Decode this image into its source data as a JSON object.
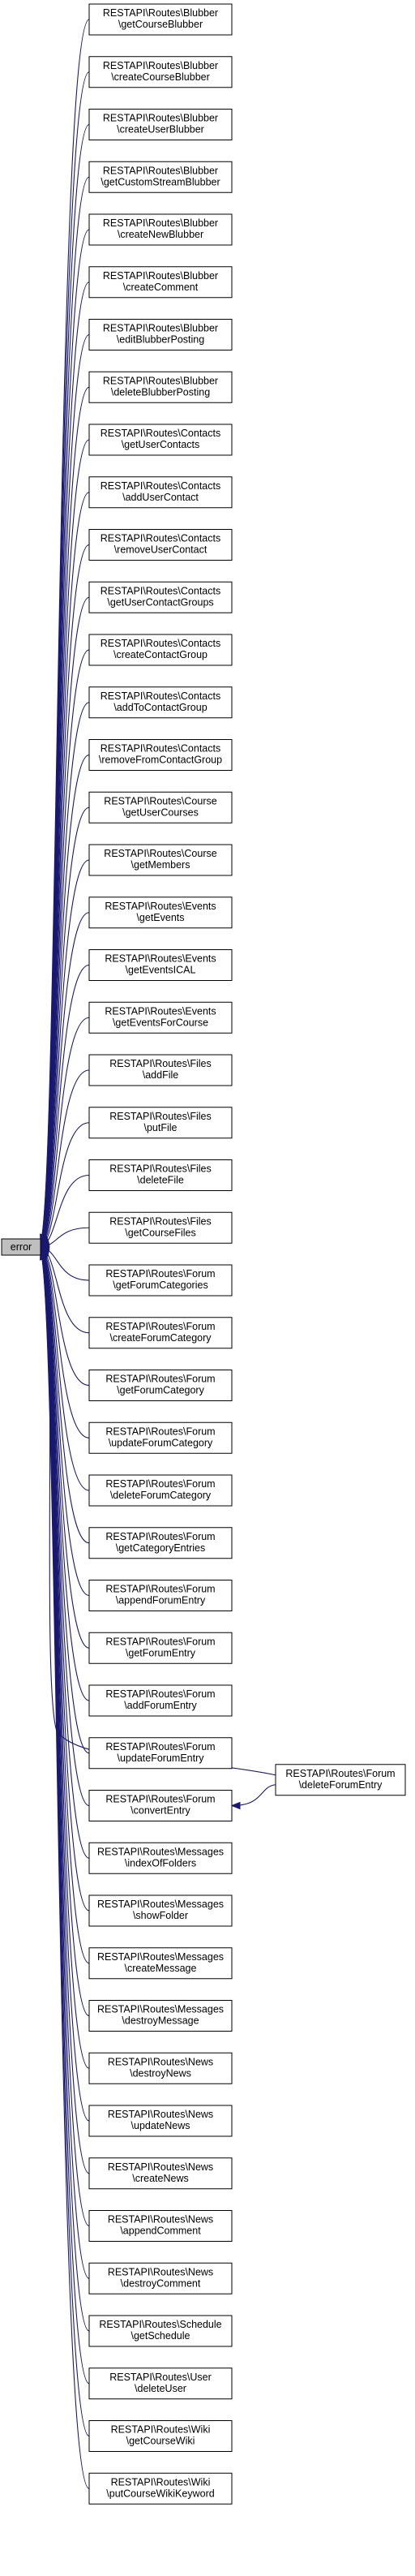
{
  "graph": {
    "focus": "error",
    "edge_color": "#191970",
    "callers": [
      [
        "RESTAPI\\Routes\\Blubber",
        "\\getCourseBlubber"
      ],
      [
        "RESTAPI\\Routes\\Blubber",
        "\\createCourseBlubber"
      ],
      [
        "RESTAPI\\Routes\\Blubber",
        "\\createUserBlubber"
      ],
      [
        "RESTAPI\\Routes\\Blubber",
        "\\getCustomStreamBlubber"
      ],
      [
        "RESTAPI\\Routes\\Blubber",
        "\\createNewBlubber"
      ],
      [
        "RESTAPI\\Routes\\Blubber",
        "\\createComment"
      ],
      [
        "RESTAPI\\Routes\\Blubber",
        "\\editBlubberPosting"
      ],
      [
        "RESTAPI\\Routes\\Blubber",
        "\\deleteBlubberPosting"
      ],
      [
        "RESTAPI\\Routes\\Contacts",
        "\\getUserContacts"
      ],
      [
        "RESTAPI\\Routes\\Contacts",
        "\\addUserContact"
      ],
      [
        "RESTAPI\\Routes\\Contacts",
        "\\removeUserContact"
      ],
      [
        "RESTAPI\\Routes\\Contacts",
        "\\getUserContactGroups"
      ],
      [
        "RESTAPI\\Routes\\Contacts",
        "\\createContactGroup"
      ],
      [
        "RESTAPI\\Routes\\Contacts",
        "\\addToContactGroup"
      ],
      [
        "RESTAPI\\Routes\\Contacts",
        "\\removeFromContactGroup"
      ],
      [
        "RESTAPI\\Routes\\Course",
        "\\getUserCourses"
      ],
      [
        "RESTAPI\\Routes\\Course",
        "\\getMembers"
      ],
      [
        "RESTAPI\\Routes\\Events",
        "\\getEvents"
      ],
      [
        "RESTAPI\\Routes\\Events",
        "\\getEventsICAL"
      ],
      [
        "RESTAPI\\Routes\\Events",
        "\\getEventsForCourse"
      ],
      [
        "RESTAPI\\Routes\\Files",
        "\\addFile"
      ],
      [
        "RESTAPI\\Routes\\Files",
        "\\putFile"
      ],
      [
        "RESTAPI\\Routes\\Files",
        "\\deleteFile"
      ],
      [
        "RESTAPI\\Routes\\Files",
        "\\getCourseFiles"
      ],
      [
        "RESTAPI\\Routes\\Forum",
        "\\getForumCategories"
      ],
      [
        "RESTAPI\\Routes\\Forum",
        "\\createForumCategory"
      ],
      [
        "RESTAPI\\Routes\\Forum",
        "\\getForumCategory"
      ],
      [
        "RESTAPI\\Routes\\Forum",
        "\\updateForumCategory"
      ],
      [
        "RESTAPI\\Routes\\Forum",
        "\\deleteForumCategory"
      ],
      [
        "RESTAPI\\Routes\\Forum",
        "\\getCategoryEntries"
      ],
      [
        "RESTAPI\\Routes\\Forum",
        "\\appendForumEntry"
      ],
      [
        "RESTAPI\\Routes\\Forum",
        "\\getForumEntry"
      ],
      [
        "RESTAPI\\Routes\\Forum",
        "\\addForumEntry"
      ],
      [
        "RESTAPI\\Routes\\Forum",
        "\\updateForumEntry"
      ],
      [
        "RESTAPI\\Routes\\Forum",
        "\\convertEntry"
      ],
      [
        "RESTAPI\\Routes\\Messages",
        "\\indexOfFolders"
      ],
      [
        "RESTAPI\\Routes\\Messages",
        "\\showFolder"
      ],
      [
        "RESTAPI\\Routes\\Messages",
        "\\createMessage"
      ],
      [
        "RESTAPI\\Routes\\Messages",
        "\\destroyMessage"
      ],
      [
        "RESTAPI\\Routes\\News",
        "\\destroyNews"
      ],
      [
        "RESTAPI\\Routes\\News",
        "\\updateNews"
      ],
      [
        "RESTAPI\\Routes\\News",
        "\\createNews"
      ],
      [
        "RESTAPI\\Routes\\News",
        "\\appendComment"
      ],
      [
        "RESTAPI\\Routes\\News",
        "\\destroyComment"
      ],
      [
        "RESTAPI\\Routes\\Schedule",
        "\\getSchedule"
      ],
      [
        "RESTAPI\\Routes\\User",
        "\\deleteUser"
      ],
      [
        "RESTAPI\\Routes\\Wiki",
        "\\getCourseWiki"
      ],
      [
        "RESTAPI\\Routes\\Wiki",
        "\\putCourseWikiKeyword"
      ]
    ],
    "indirect": {
      "lines": [
        "RESTAPI\\Routes\\Forum",
        "\\deleteForumEntry"
      ],
      "via": "\\convertEntry"
    }
  }
}
